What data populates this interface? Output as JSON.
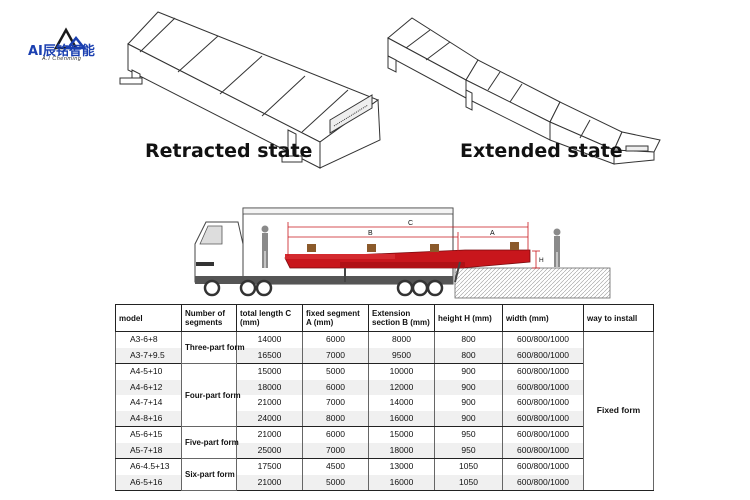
{
  "logo": {
    "text": "AI辰铭智能",
    "sub": "A.I  Chenming"
  },
  "captions": {
    "retracted": "Retracted state",
    "extended": "Extended state"
  },
  "diagram": {
    "label_c": "C",
    "label_b": "B",
    "label_a": "A",
    "label_h": "H"
  },
  "table": {
    "headers": {
      "model": "model",
      "segments": "Number of segments",
      "total": "total length C (mm)",
      "fixed": "fixed segment A (mm)",
      "extension": "Extension section B (mm)",
      "height": "height H (mm)",
      "width": "width (mm)",
      "install": "way to install"
    },
    "groups": [
      {
        "segments": "Three-part form",
        "rows": [
          {
            "model": "A3-6+8",
            "total": "14000",
            "fixed": "6000",
            "extension": "8000",
            "height": "800",
            "width": "600/800/1000"
          },
          {
            "model": "A3-7+9.5",
            "total": "16500",
            "fixed": "7000",
            "extension": "9500",
            "height": "800",
            "width": "600/800/1000"
          }
        ]
      },
      {
        "segments": "Four-part form",
        "rows": [
          {
            "model": "A4-5+10",
            "total": "15000",
            "fixed": "5000",
            "extension": "10000",
            "height": "900",
            "width": "600/800/1000"
          },
          {
            "model": "A4-6+12",
            "total": "18000",
            "fixed": "6000",
            "extension": "12000",
            "height": "900",
            "width": "600/800/1000"
          },
          {
            "model": "A4-7+14",
            "total": "21000",
            "fixed": "7000",
            "extension": "14000",
            "height": "900",
            "width": "600/800/1000"
          },
          {
            "model": "A4-8+16",
            "total": "24000",
            "fixed": "8000",
            "extension": "16000",
            "height": "900",
            "width": "600/800/1000"
          }
        ]
      },
      {
        "segments": "Five-part form",
        "rows": [
          {
            "model": "A5-6+15",
            "total": "21000",
            "fixed": "6000",
            "extension": "15000",
            "height": "950",
            "width": "600/800/1000"
          },
          {
            "model": "A5-7+18",
            "total": "25000",
            "fixed": "7000",
            "extension": "18000",
            "height": "950",
            "width": "600/800/1000"
          }
        ]
      },
      {
        "segments": "Six-part form",
        "rows": [
          {
            "model": "A6-4.5+13",
            "total": "17500",
            "fixed": "4500",
            "extension": "13000",
            "height": "1050",
            "width": "600/800/1000"
          },
          {
            "model": "A6-5+16",
            "total": "21000",
            "fixed": "5000",
            "extension": "16000",
            "height": "1050",
            "width": "600/800/1000"
          }
        ]
      }
    ],
    "install": "Fixed form"
  }
}
